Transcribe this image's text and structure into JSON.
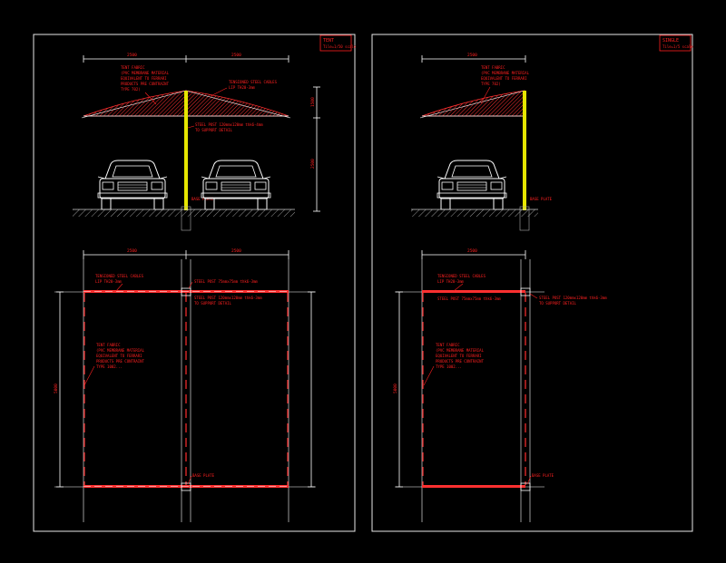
{
  "colors": {
    "background": "#000000",
    "frame": "#e8e8e8",
    "annotation": "#ff2020",
    "dimension": "#ffffff",
    "post": "#e6e600",
    "dashed": "#ff4040"
  },
  "left_sheet": {
    "tag_title": "TENT",
    "tag_subtitle": "Tile=1/50 scale",
    "dim_top_left": "2500",
    "dim_top_right": "2500",
    "fabric_note": [
      "TENT FABRIC",
      "(PVC MEMBRANE MATERIAL",
      "EQUIVALENT TO FERRARI",
      "PRODUCTS PRE CONTRAINT",
      "TYPE 702)"
    ],
    "truss_note": [
      "TENSIONED STEEL CABLES",
      "LIP TH20-3mm"
    ],
    "post_note": [
      "STEEL POST 120mmx120mm thk6-4mm",
      "TO SUPPORT DETAIL"
    ],
    "base_note": "BASE PLATE",
    "dim_vert_a": "1500",
    "dim_vert_b": "2500",
    "plan_dim_left": "2500",
    "plan_dim_right": "2500",
    "plan_edge_note": [
      "TENSIONED STEEL CABLES",
      "LIP TH20-3mm"
    ],
    "plan_steel_top": "STEEL POST 75mmx75mm thk6-3mm",
    "plan_steel_mid": [
      "STEEL POST 120mmx120mm thk6-3mm",
      "TO SUPPORT DETAIL"
    ],
    "plan_fabric_note": [
      "TENT FABRIC",
      "(PVC MEMBRANE MATERIAL",
      "EQUIVALENT TO FERRARI",
      "PRODUCTS PRE CONTRAINT",
      "TYPE 1002..."
    ],
    "plan_base_note": "BASE PLATE",
    "plan_dim_vert": "5000"
  },
  "right_sheet": {
    "tag_title": "SINGLE",
    "tag_subtitle": "Tile=1/5 scale",
    "dim_top": "2500",
    "fabric_note": [
      "TENT FABRIC",
      "(PVC MEMBRANE MATERIAL",
      "EQUIVALENT TO FERRARI",
      "TYPE 702)"
    ],
    "base_note": "BASE PLATE",
    "plan_dim_top": "2500",
    "plan_edge_note": [
      "TENSIONED STEEL CABLES",
      "LIP TH20-3mm"
    ],
    "plan_steel_top": "STEEL POST 75mmx75mm thk6-3mm",
    "plan_steel_side": [
      "STEEL POST 120mmx120mm thk6-3mm",
      "TO SUPPORT DETAIL"
    ],
    "plan_fabric_note": [
      "TENT FABRIC",
      "(PVC MEMBRANE MATERIAL",
      "EQUIVALENT TO FERRARI",
      "PRODUCTS PRE CONTRAINT",
      "TYPE 1002..."
    ],
    "plan_base_note": "BASE PLATE",
    "plan_dim_vert": "5000"
  }
}
